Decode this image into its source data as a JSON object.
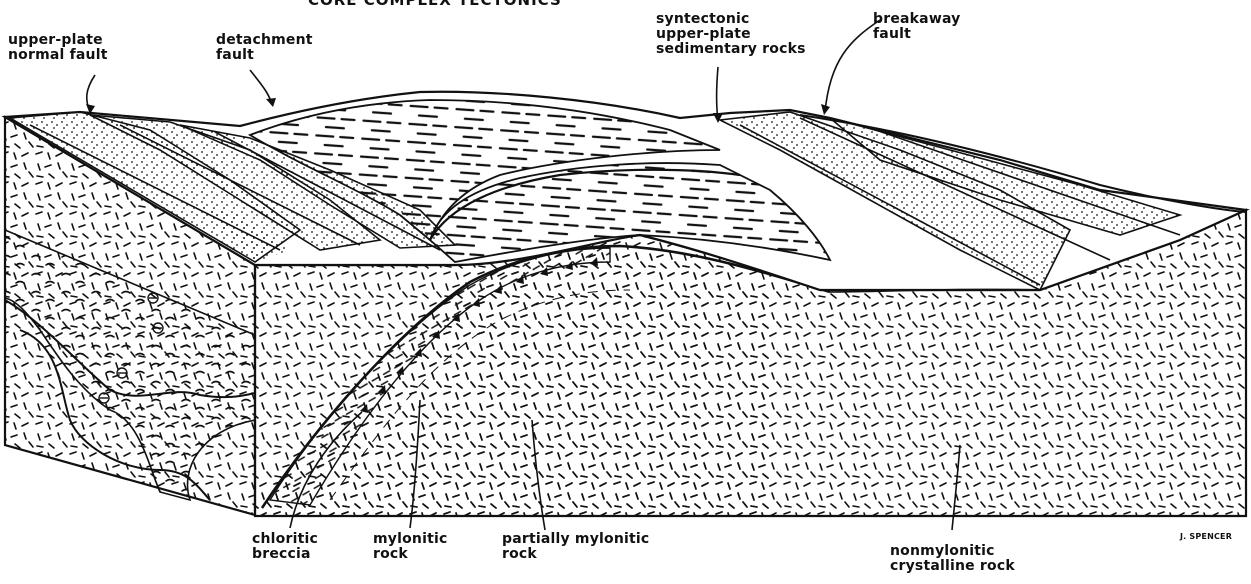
{
  "figure": {
    "title": "CORE COMPLEX TECTONICS",
    "credit": "J. SPENCER",
    "labels": {
      "upper_plate_normal_fault": "upper-plate\nnormal fault",
      "detachment_fault": "detachment\nfault",
      "syntectonic_sediments": "syntectonic\nupper-plate\nsedimentary rocks",
      "breakaway_fault": "breakaway\nfault",
      "chloritic_breccia": "chloritic\nbreccia",
      "mylonitic_rock": "mylonitic\nrock",
      "partially_mylonitic_rock": "partially mylonitic\nrock",
      "nonmylonitic_crystalline_rock": "nonmylonitic\ncrystalline rock"
    },
    "colors": {
      "ink": "#111111",
      "paper": "#ffffff"
    }
  }
}
